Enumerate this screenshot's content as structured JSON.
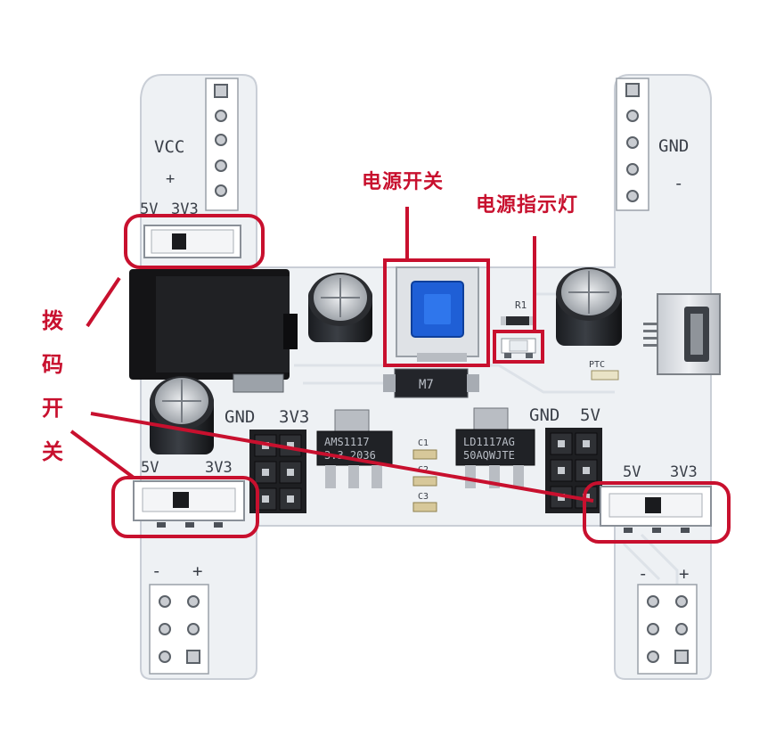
{
  "annotations": {
    "power_switch": "电源开关",
    "power_led": "电源指示灯",
    "dip_switch_chars": [
      "拨",
      "码",
      "开",
      "关"
    ]
  },
  "silkscreen": {
    "top_left_rail": "VCC",
    "top_left_rail_sign": "+",
    "top_right_rail": "GND",
    "top_right_rail_sign": "-",
    "top_left_switch_5v": "5V",
    "top_left_switch_3v3": "3V3",
    "bottom_left_switch_5v": "5V",
    "bottom_left_switch_3v3": "3V3",
    "bottom_right_switch_5v": "5V",
    "bottom_right_switch_3v3": "3V3",
    "left_header_gnd": "GND",
    "left_header_3v3": "3V3",
    "right_header_gnd": "GND",
    "right_header_5v": "5V",
    "bottom_left_minus": "-",
    "bottom_left_plus": "+",
    "bottom_right_minus": "-",
    "bottom_right_plus": "+",
    "r1": "R1",
    "c1": "C1",
    "c2": "C2",
    "c3": "C3",
    "ptc": "PTC",
    "diode_mark": "M7"
  },
  "chips": {
    "left_regulator_line1": "AMS1117",
    "left_regulator_line2": "3.3 2036",
    "right_regulator_line1": "LD1117AG",
    "right_regulator_line2": "50AQWJTE"
  },
  "colors": {
    "annotation_red": "#c8102e",
    "board_white": "#f1f3f6",
    "switch_blue": "#1f5fd6"
  }
}
